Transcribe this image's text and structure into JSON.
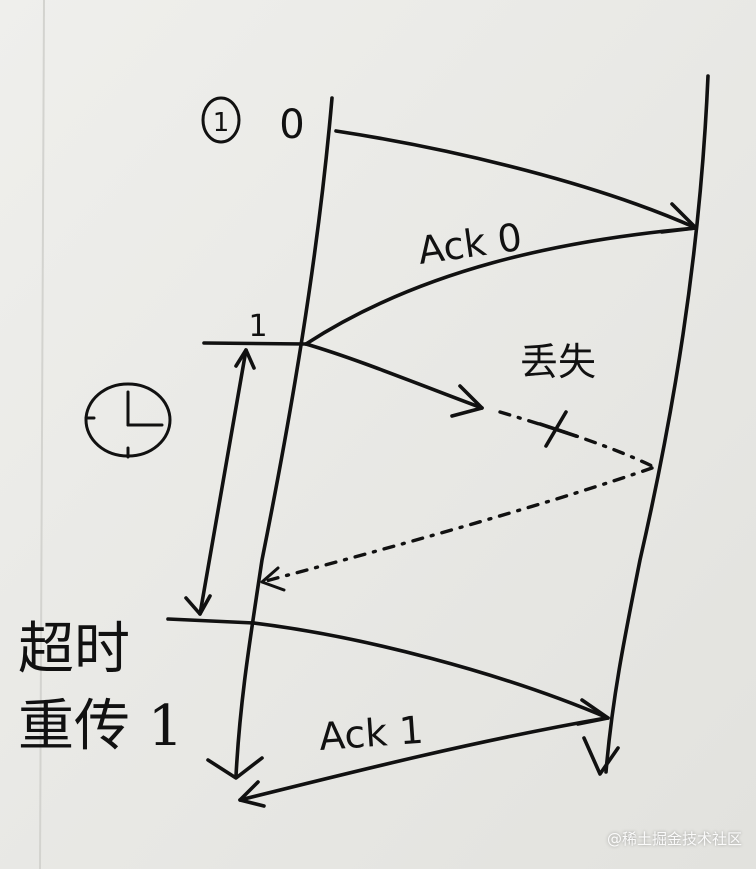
{
  "step_marker": "①",
  "sender_labels": {
    "packet_0": "0",
    "packet_1": "1"
  },
  "messages": {
    "ack_0": "Ack 0",
    "ack_1": "Ack 1"
  },
  "loss_label": "丢失",
  "timeout_label_line1": "超时",
  "timeout_label_line2": "重传 1",
  "timer_icon": "clock-icon",
  "watermark": "@稀土掘金技术社区"
}
